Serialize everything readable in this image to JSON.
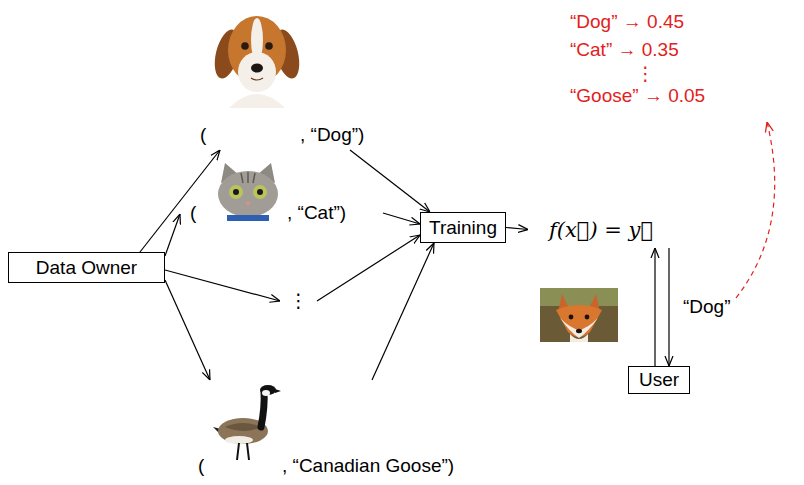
{
  "diagram": {
    "nodes": [
      {
        "text": [
          "Data Owner"
        ]
      },
      {
        "text": [
          "(",
          ", “Dog”)"
        ]
      },
      {
        "text": [
          "(",
          ", “Cat”)"
        ]
      },
      {
        "text": [
          "⋮"
        ]
      },
      {
        "text": [
          "(",
          ", “Canadian Goose”)"
        ]
      },
      {
        "text": [
          "Training"
        ]
      },
      {
        "text": [
          "f(x⃗) = y⃗"
        ]
      },
      {
        "text": [
          "User"
        ]
      }
    ],
    "edges": [
      {
        "from": 0,
        "to": 1,
        "arrow": "to"
      },
      {
        "from": 0,
        "to": 2,
        "arrow": "to"
      },
      {
        "from": 0,
        "to": 3,
        "arrow": "to"
      },
      {
        "from": 0,
        "to": 4,
        "arrow": "to"
      },
      {
        "from": 1,
        "to": 5,
        "arrow": "to"
      },
      {
        "from": 2,
        "to": 5,
        "arrow": "to"
      },
      {
        "from": 3,
        "to": 5,
        "arrow": "to"
      },
      {
        "from": 4,
        "to": 5,
        "arrow": "to"
      },
      {
        "from": 5,
        "to": 6,
        "arrow": "to"
      },
      {
        "from": 7,
        "to": 6,
        "arrow": "to"
      },
      {
        "from": 6,
        "to": 7,
        "label": "“Dog”",
        "arrow": "to"
      }
    ],
    "labels": [
      "“Dog” → 0.45",
      "“Cat” → 0.35",
      "⋮",
      "“Goose” → 0.05"
    ]
  }
}
